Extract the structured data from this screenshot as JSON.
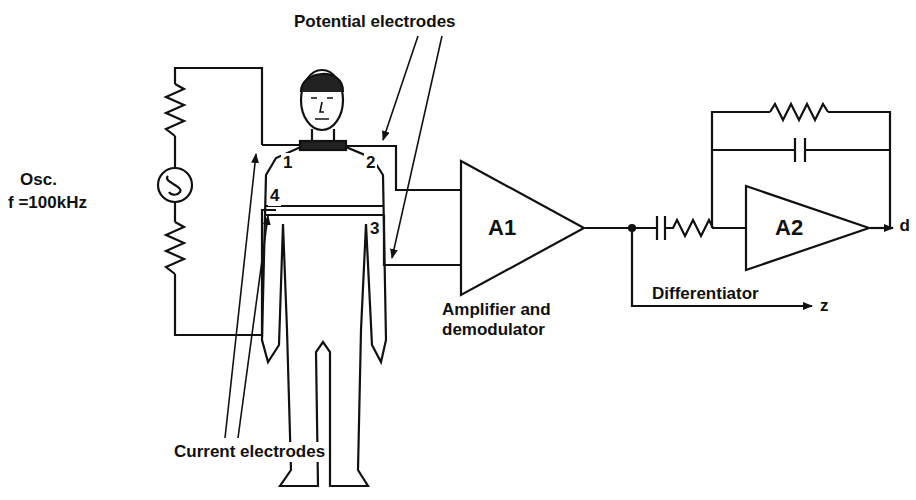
{
  "diagram": {
    "nodes": [
      {
        "text": [
          "A1"
        ]
      },
      {
        "text": [
          "A2"
        ]
      }
    ],
    "edges": [
      {
        "from": 0,
        "to": 1,
        "arrow": "none"
      }
    ],
    "labels": [
      "Potential electrodes",
      "Osc.",
      "f =100kHz",
      "1",
      "2",
      "4",
      "3",
      "Current electrodes",
      "Amplifier and demodulator",
      "Differentiator",
      "z",
      "d"
    ]
  }
}
